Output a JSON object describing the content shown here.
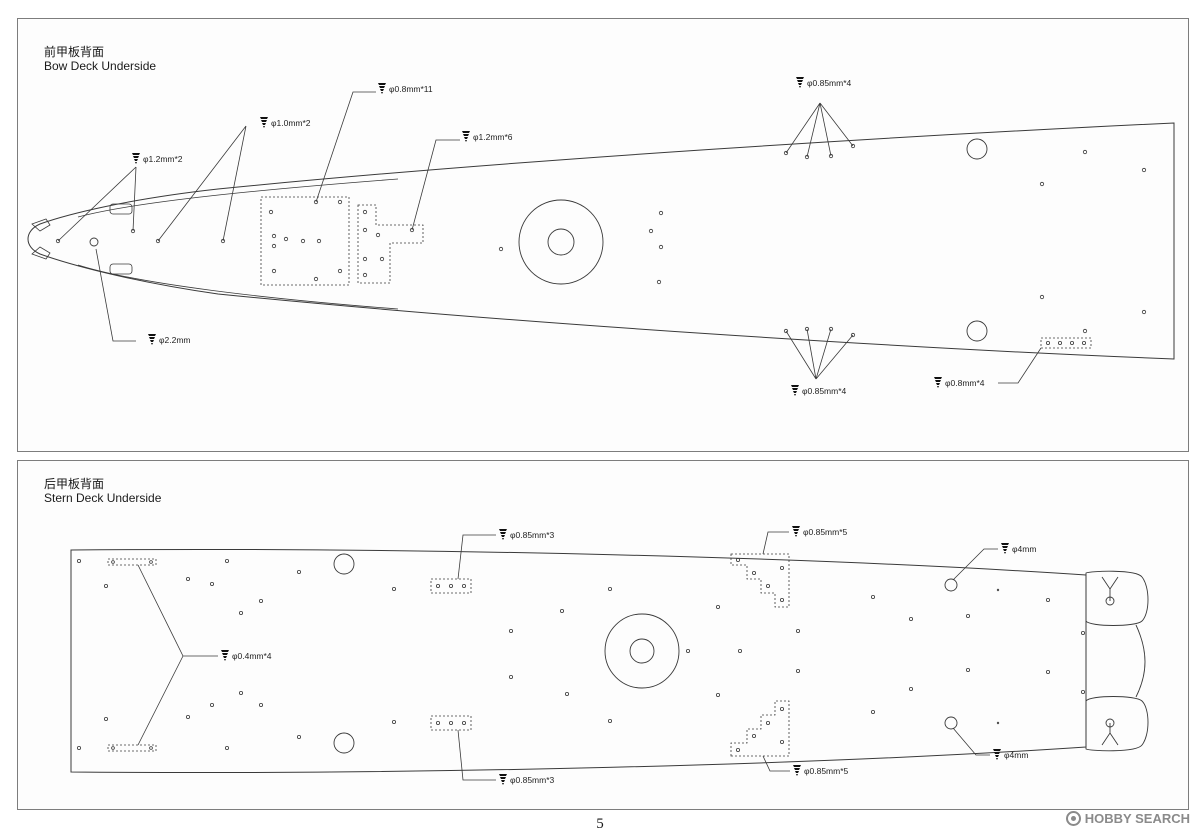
{
  "bow": {
    "title_cn": "前甲板背面",
    "title_en": "Bow Deck Underside",
    "labels": {
      "d0_8x11": "φ0.8mm*11",
      "d1_0x2": "φ1.0mm*2",
      "d1_2x6": "φ1.2mm*6",
      "d1_2x2": "φ1.2mm*2",
      "d0_85x4_top": "φ0.85mm*4",
      "d0_85x4_bottom": "φ0.85mm*4",
      "d0_8x4": "φ0.8mm*4",
      "d2_2": "φ2.2mm"
    }
  },
  "stern": {
    "title_cn": "后甲板背面",
    "title_en": "Stern Deck Underside",
    "labels": {
      "d0_85x3_top": "φ0.85mm*3",
      "d0_85x5_top": "φ0.85mm*5",
      "d4_top": "φ4mm",
      "d0_4x4": "φ0.4mm*4",
      "d0_85x3_bottom": "φ0.85mm*3",
      "d0_85x5_bottom": "φ0.85mm*5",
      "d4_bottom": "φ4mm"
    }
  },
  "page_number": "5",
  "watermark": "HOBBY SEARCH",
  "colors": {
    "line": "#3a3a3a",
    "border": "#7d7d7d",
    "watermark": "#8a8a8a"
  }
}
